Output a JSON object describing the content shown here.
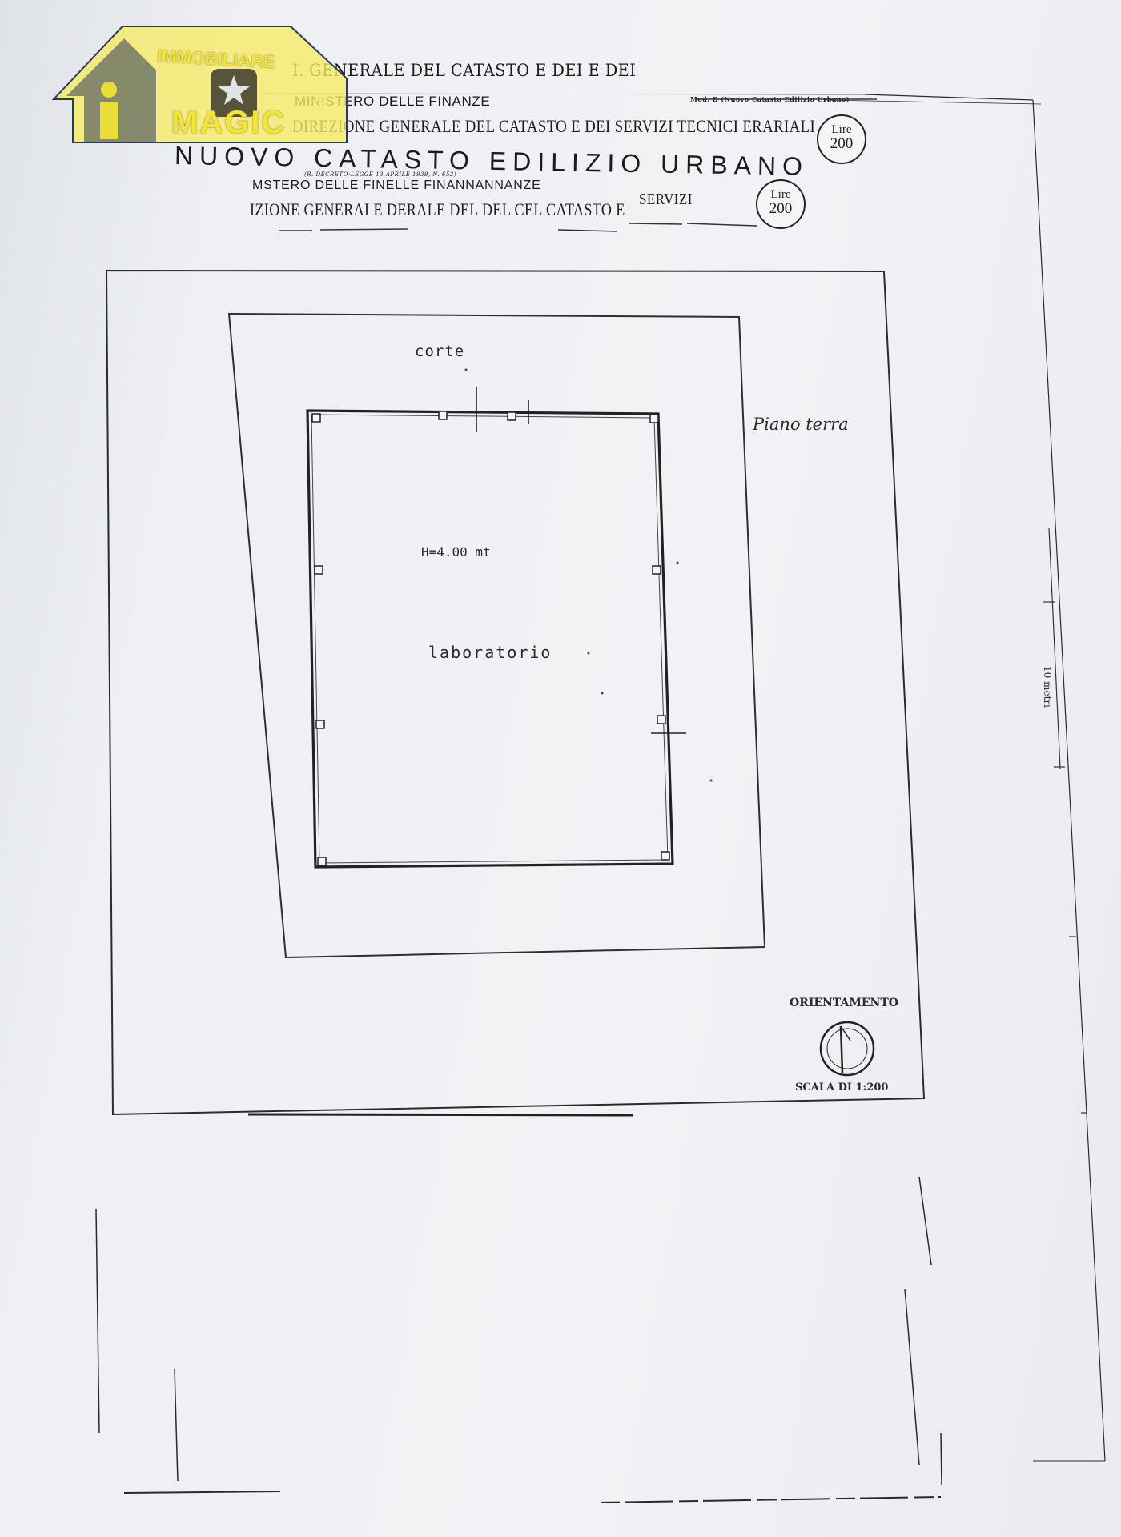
{
  "header": {
    "line1": "I. GENERALE DEL CATASTO E DEI E DEI",
    "line2": "MINISTERO DELLE FINANZE",
    "line3": "DIREZIONE GENERALE DEL CATASTO E DEI SERVIZI TECNICI ERARIALI",
    "title": "NUOVO CATASTO EDILIZIO URBANO",
    "decree": "(R. DECRETO-LEGGE 13 APRILE 1939, N. 652)",
    "line5": "MSTERO DELLE FINELLE FINANNANNANZE",
    "line6": "IZIONE GENERALE DERALE DEL DEL CEL CATASTO E",
    "servizi": "SERVIZI",
    "model_ref": "Mod. B (Nuovo Catasto Edilizio Urbano)"
  },
  "stamps": [
    {
      "label": "Lire",
      "value": "200"
    },
    {
      "label": "Lire",
      "value": "200"
    }
  ],
  "logo": {
    "word_top": "IMMOBILIARE",
    "word_main": "MAGIC",
    "colors": {
      "frame": "#f4e632",
      "dark": "#2c3a5a"
    }
  },
  "plan": {
    "courtyard_label": "corte",
    "floor_label": "Piano terra",
    "height_label": "H=4.00 mt",
    "room_label": "laboratorio",
    "scale_bar_label": "10 metri",
    "orientation_label": "ORIENTAMENTO",
    "scale_label": "SCALA DI 1:200"
  }
}
